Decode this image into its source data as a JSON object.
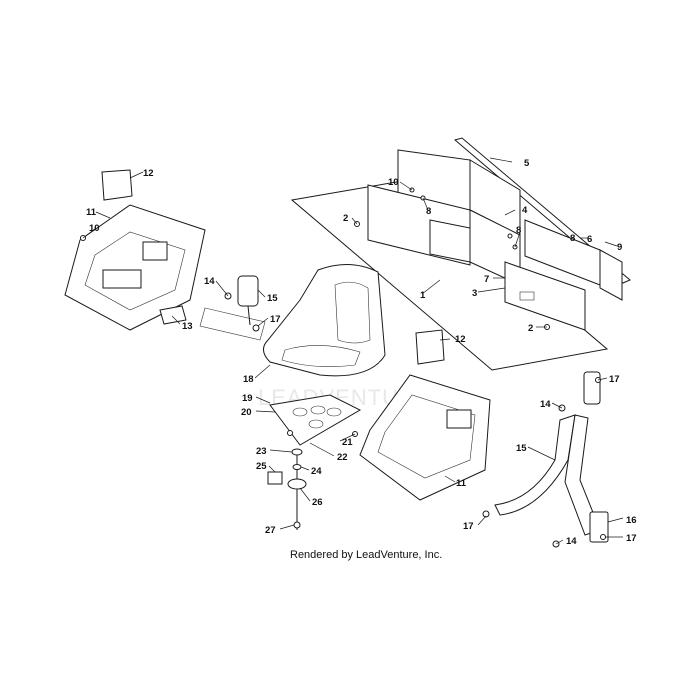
{
  "caption": "Rendered by LeadVenture, Inc.",
  "watermark": "LEADVENTURE",
  "callouts": {
    "c1": "1",
    "c2a": "2",
    "c2b": "2",
    "c3": "3",
    "c4": "4",
    "c5": "5",
    "c6": "6",
    "c7": "7",
    "c8a": "8",
    "c8b": "8",
    "c8c": "8",
    "c9": "9",
    "c10a": "10",
    "c10b": "10",
    "c11a": "11",
    "c11b": "11",
    "c12a": "12",
    "c12b": "12",
    "c13": "13",
    "c14a": "14",
    "c14b": "14",
    "c14c": "14",
    "c15a": "15",
    "c15b": "15",
    "c16": "16",
    "c17a": "17",
    "c17b": "17",
    "c17c": "17",
    "c17d": "17",
    "c18": "18",
    "c19": "19",
    "c20": "20",
    "c21": "21",
    "c22": "22",
    "c23": "23",
    "c24": "24",
    "c25": "25",
    "c26": "26",
    "c27": "27"
  }
}
